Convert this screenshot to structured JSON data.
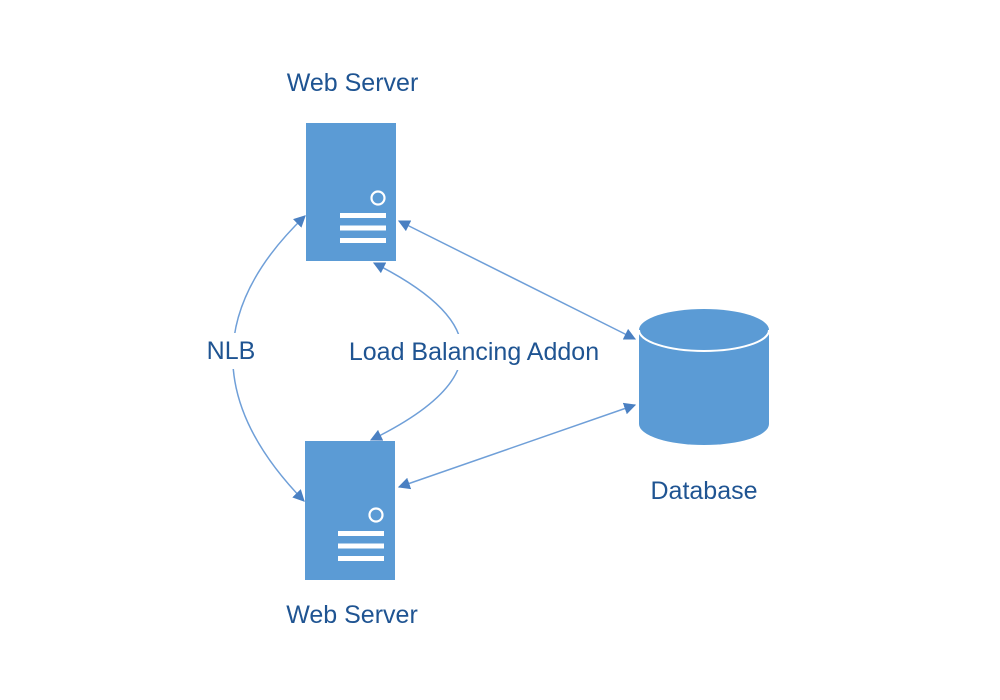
{
  "diagram": {
    "background_color": "#ffffff",
    "colors": {
      "shape_fill": "#5b9bd5",
      "shape_detail": "#ffffff",
      "connector_line": "#6f9fd8",
      "arrowhead": "#4a80c2",
      "label_text": "#1f5492"
    },
    "nodes": [
      {
        "id": "web-server-top",
        "label": "Web Server",
        "shape": "server",
        "label_position": "above"
      },
      {
        "id": "web-server-bottom",
        "label": "Web Server",
        "shape": "server",
        "label_position": "below"
      },
      {
        "id": "database",
        "label": "Database",
        "shape": "cylinder",
        "label_position": "below"
      }
    ],
    "edges": [
      {
        "id": "nlb",
        "label": "NLB",
        "from": "web-server-top",
        "to": "web-server-bottom",
        "bidirectional": true,
        "style": "arc-bulge-left"
      },
      {
        "id": "load-balancing-addon",
        "label": "Load Balancing Addon",
        "from": "web-server-top",
        "to": "web-server-bottom",
        "bidirectional": true,
        "style": "arc-bulge-right"
      },
      {
        "id": "top-server-to-database",
        "label": "",
        "from": "web-server-top",
        "to": "database",
        "bidirectional": true,
        "style": "straight"
      },
      {
        "id": "bottom-server-to-database",
        "label": "",
        "from": "web-server-bottom",
        "to": "database",
        "bidirectional": true,
        "style": "straight"
      }
    ]
  }
}
